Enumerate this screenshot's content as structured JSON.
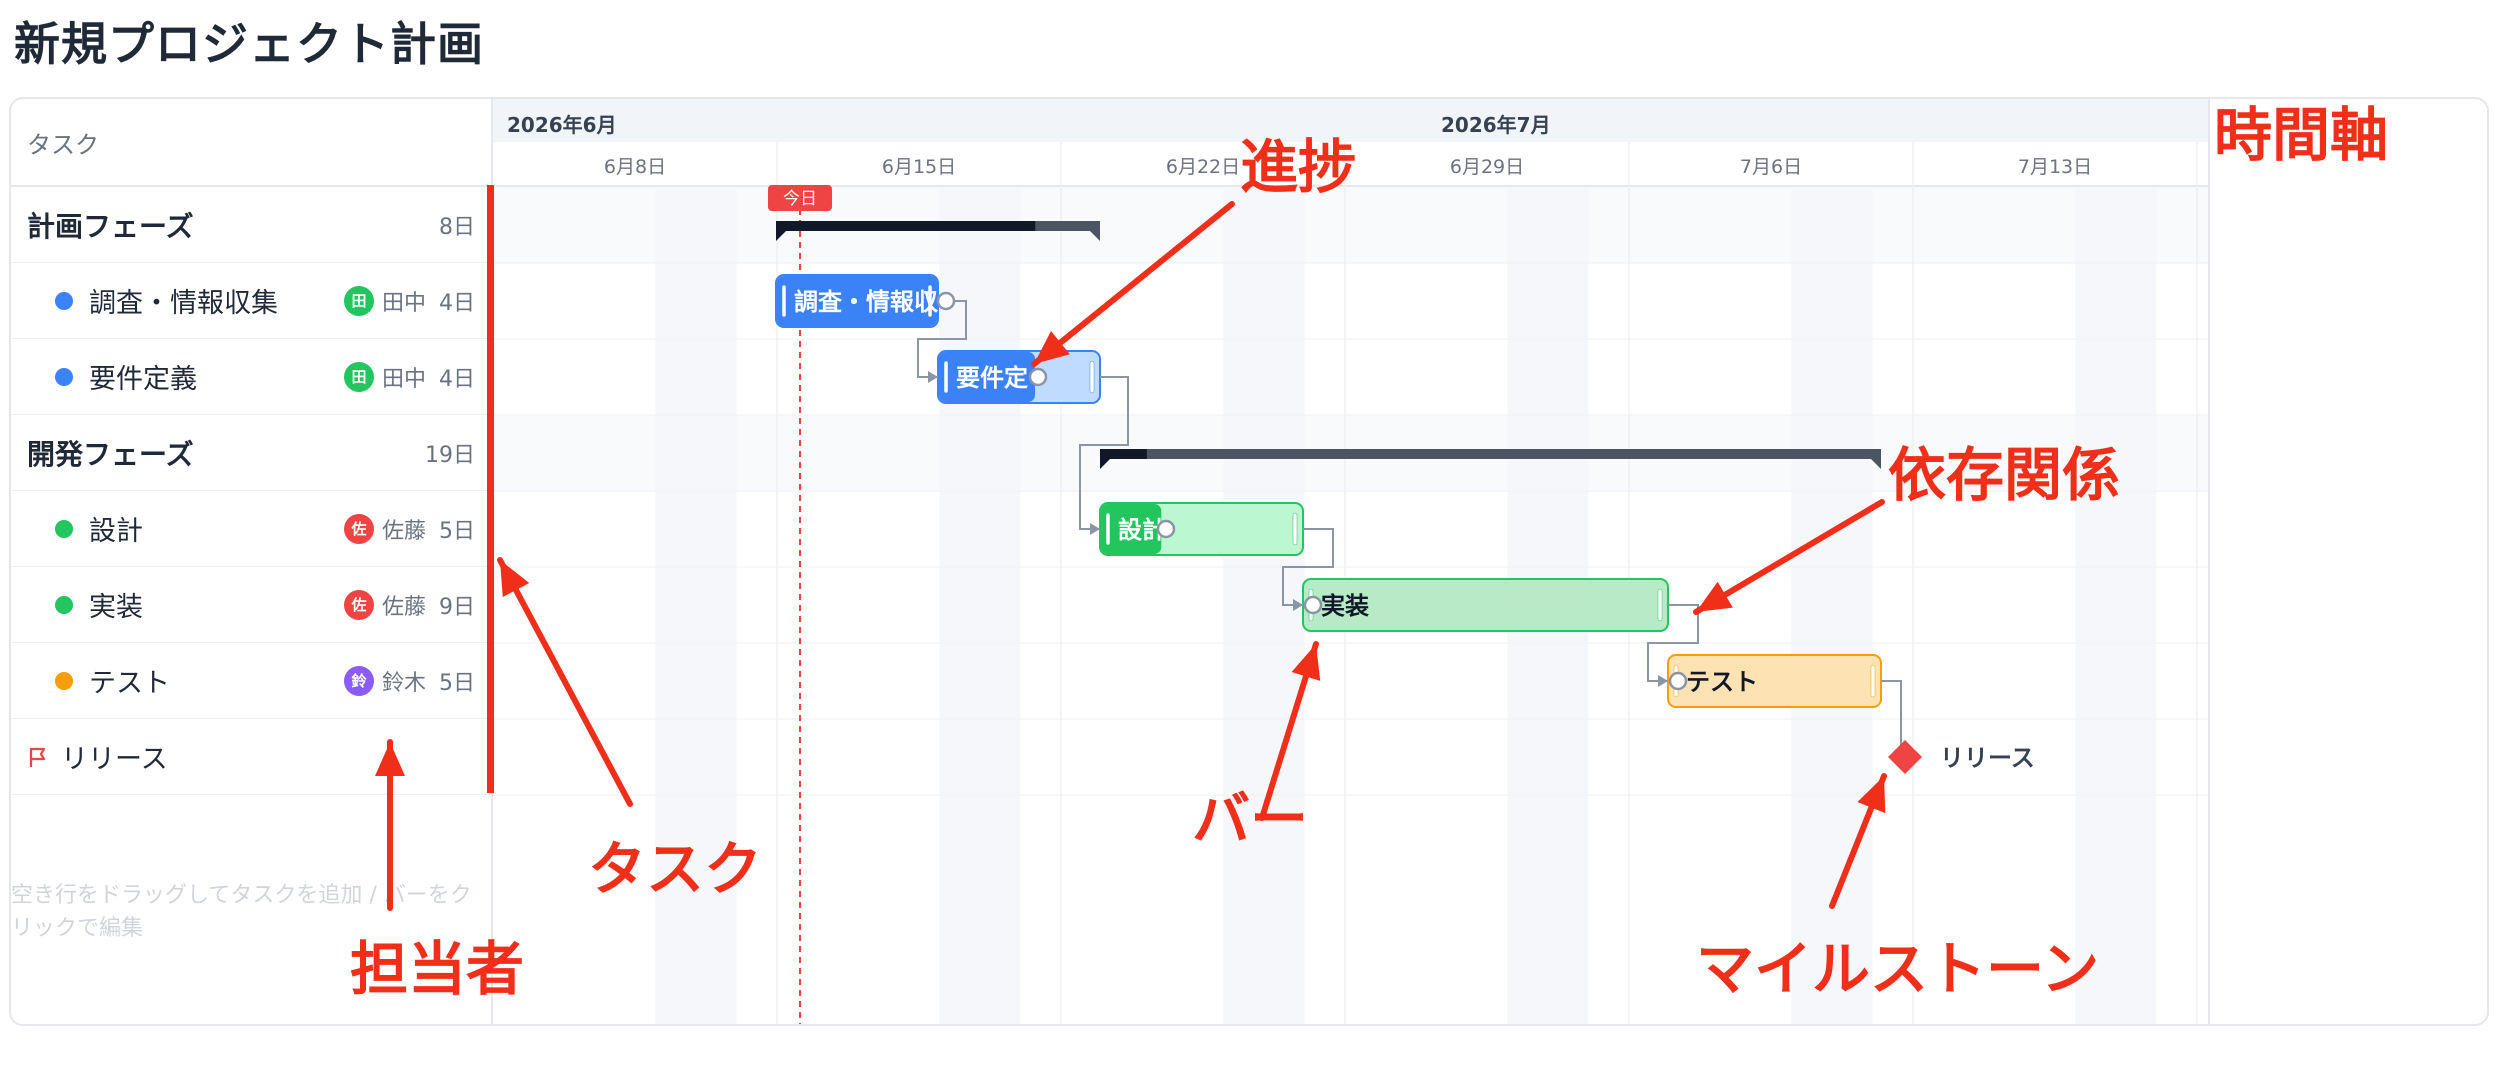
{
  "title": "新規プロジェクト計画",
  "task_header": "タスク",
  "tasks": [
    {
      "name": "計画フェーズ",
      "type": "phase",
      "duration": "8日"
    },
    {
      "name": "調査・情報収集",
      "type": "task",
      "color": "#3b82f6",
      "avatar": "田",
      "avatar_color": "#22c55e",
      "assignee": "田中",
      "duration": "4日"
    },
    {
      "name": "要件定義",
      "type": "task",
      "color": "#3b82f6",
      "avatar": "田",
      "avatar_color": "#22c55e",
      "assignee": "田中",
      "duration": "4日"
    },
    {
      "name": "開発フェーズ",
      "type": "phase",
      "duration": "19日"
    },
    {
      "name": "設計",
      "type": "task",
      "color": "#22c55e",
      "avatar": "佐",
      "avatar_color": "#ef4444",
      "assignee": "佐藤",
      "duration": "5日"
    },
    {
      "name": "実装",
      "type": "task",
      "color": "#22c55e",
      "avatar": "佐",
      "avatar_color": "#ef4444",
      "assignee": "佐藤",
      "duration": "9日"
    },
    {
      "name": "テスト",
      "type": "task",
      "color": "#f59e0b",
      "avatar": "鈴",
      "avatar_color": "#8b5cf6",
      "assignee": "鈴木",
      "duration": "5日"
    },
    {
      "name": "リリース",
      "type": "milestone",
      "icon": "flag-icon",
      "color": "#ef4444"
    }
  ],
  "hint": "空き行をドラッグしてタスクを追加 / バーをクリックで編集",
  "timeline": {
    "months": [
      "2026年6月",
      "2026年7月"
    ],
    "weeks": [
      "6月8日",
      "6月15日",
      "6月22日",
      "6月29日",
      "7月6日",
      "7月13日"
    ],
    "today_label": "今日"
  },
  "bars": [
    {
      "label": "調査・情報収",
      "progress": 1.0
    },
    {
      "label": "要件定",
      "progress": 0.6
    },
    {
      "label": "設計",
      "progress": 0.3
    },
    {
      "label": "実装",
      "progress": 0.0
    },
    {
      "label": "テスト",
      "progress": 0.0
    }
  ],
  "milestone": {
    "label": "リリース"
  },
  "annotations": {
    "timeline": "時間軸",
    "progress": "進捗",
    "dependency": "依存関係",
    "task": "タスク",
    "bar": "バー",
    "assignee": "担当者",
    "milestone": "マイルストーン"
  }
}
